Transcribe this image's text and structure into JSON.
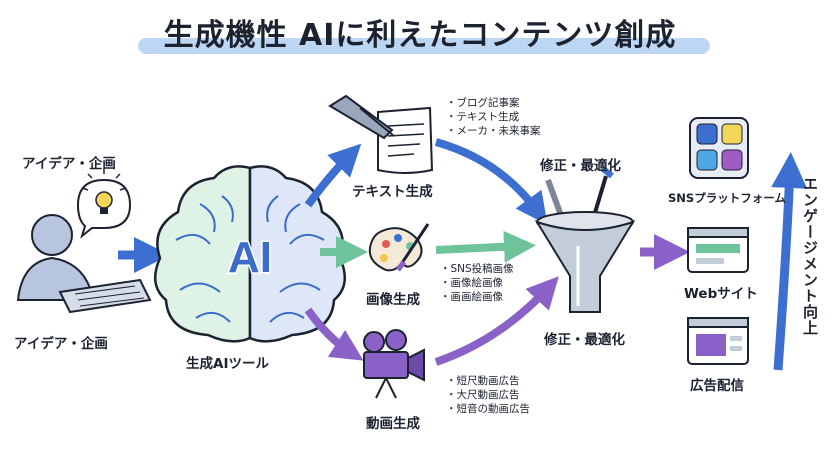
{
  "title": "生成機性 AIに利えたコンテンツ創成",
  "idea": {
    "label_top": "アイデア・企画",
    "label_bottom": "アイデア・企画"
  },
  "ai_tool": {
    "brain_text": "AI",
    "label": "生成AIツール"
  },
  "branches": {
    "text": {
      "label": "テキスト生成",
      "items": [
        "・ブログ記事案",
        "・テキスト生成",
        "・メーカ・未来事案"
      ]
    },
    "image": {
      "label": "画像生成",
      "items": [
        "・SNS投稿画像",
        "・画像絵画像",
        "・画画絵画像"
      ]
    },
    "video": {
      "label": "動画生成",
      "items": [
        "・短尺動画広告",
        "・大尺動画広告",
        "・短音の動画広告"
      ]
    }
  },
  "optimize": {
    "label_top": "修正・最適化",
    "label_bottom": "修正・最適化"
  },
  "channels": [
    {
      "label": "SNSプラットフォーム",
      "icon": "sns-apps-icon"
    },
    {
      "label": "Webサイト",
      "icon": "browser-window-icon"
    },
    {
      "label": "広告配信",
      "icon": "ad-window-icon"
    }
  ],
  "engagement": {
    "label": "エンゲージメント向上"
  },
  "colors": {
    "blue": "#3d6fd1",
    "green": "#6fc39a",
    "purple": "#8a62c7",
    "brain": "#3b6cc9",
    "title_highlight": "#bcd6f4"
  }
}
